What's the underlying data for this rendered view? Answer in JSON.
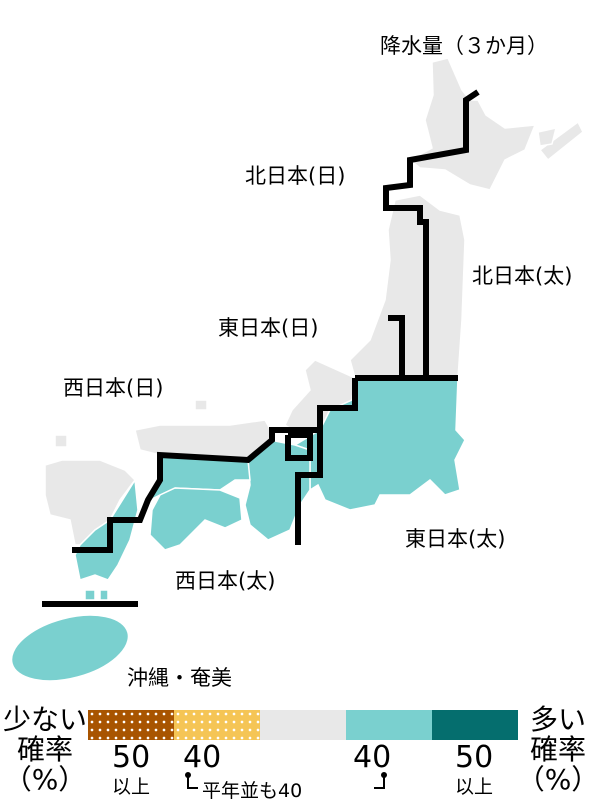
{
  "title": "降水量（３か月）",
  "regions": [
    {
      "label": "北日本(日)",
      "category": "normal"
    },
    {
      "label": "北日本(太)",
      "category": "normal"
    },
    {
      "label": "東日本(日)",
      "category": "normal"
    },
    {
      "label": "東日本(太)",
      "category": "above"
    },
    {
      "label": "西日本(日)",
      "category": "normal"
    },
    {
      "label": "西日本(太)",
      "category": "above"
    },
    {
      "label": "沖縄・奄美",
      "category": "above"
    }
  ],
  "legend": {
    "left_title": [
      "少ない",
      "確率",
      "（%）"
    ],
    "right_title": [
      "多い",
      "確率",
      "（%）"
    ],
    "below_50": "50",
    "below_50_sub": "以上",
    "below_40": "40",
    "above_40": "40",
    "above_50": "50",
    "above_50_sub": "以上",
    "normal_note": "平年並も40"
  },
  "colors": {
    "below50": "#a85400",
    "below40": "#f5c555",
    "normal": "#e8e8e8",
    "above40": "#7ad0cf",
    "above50": "#056e6e"
  }
}
